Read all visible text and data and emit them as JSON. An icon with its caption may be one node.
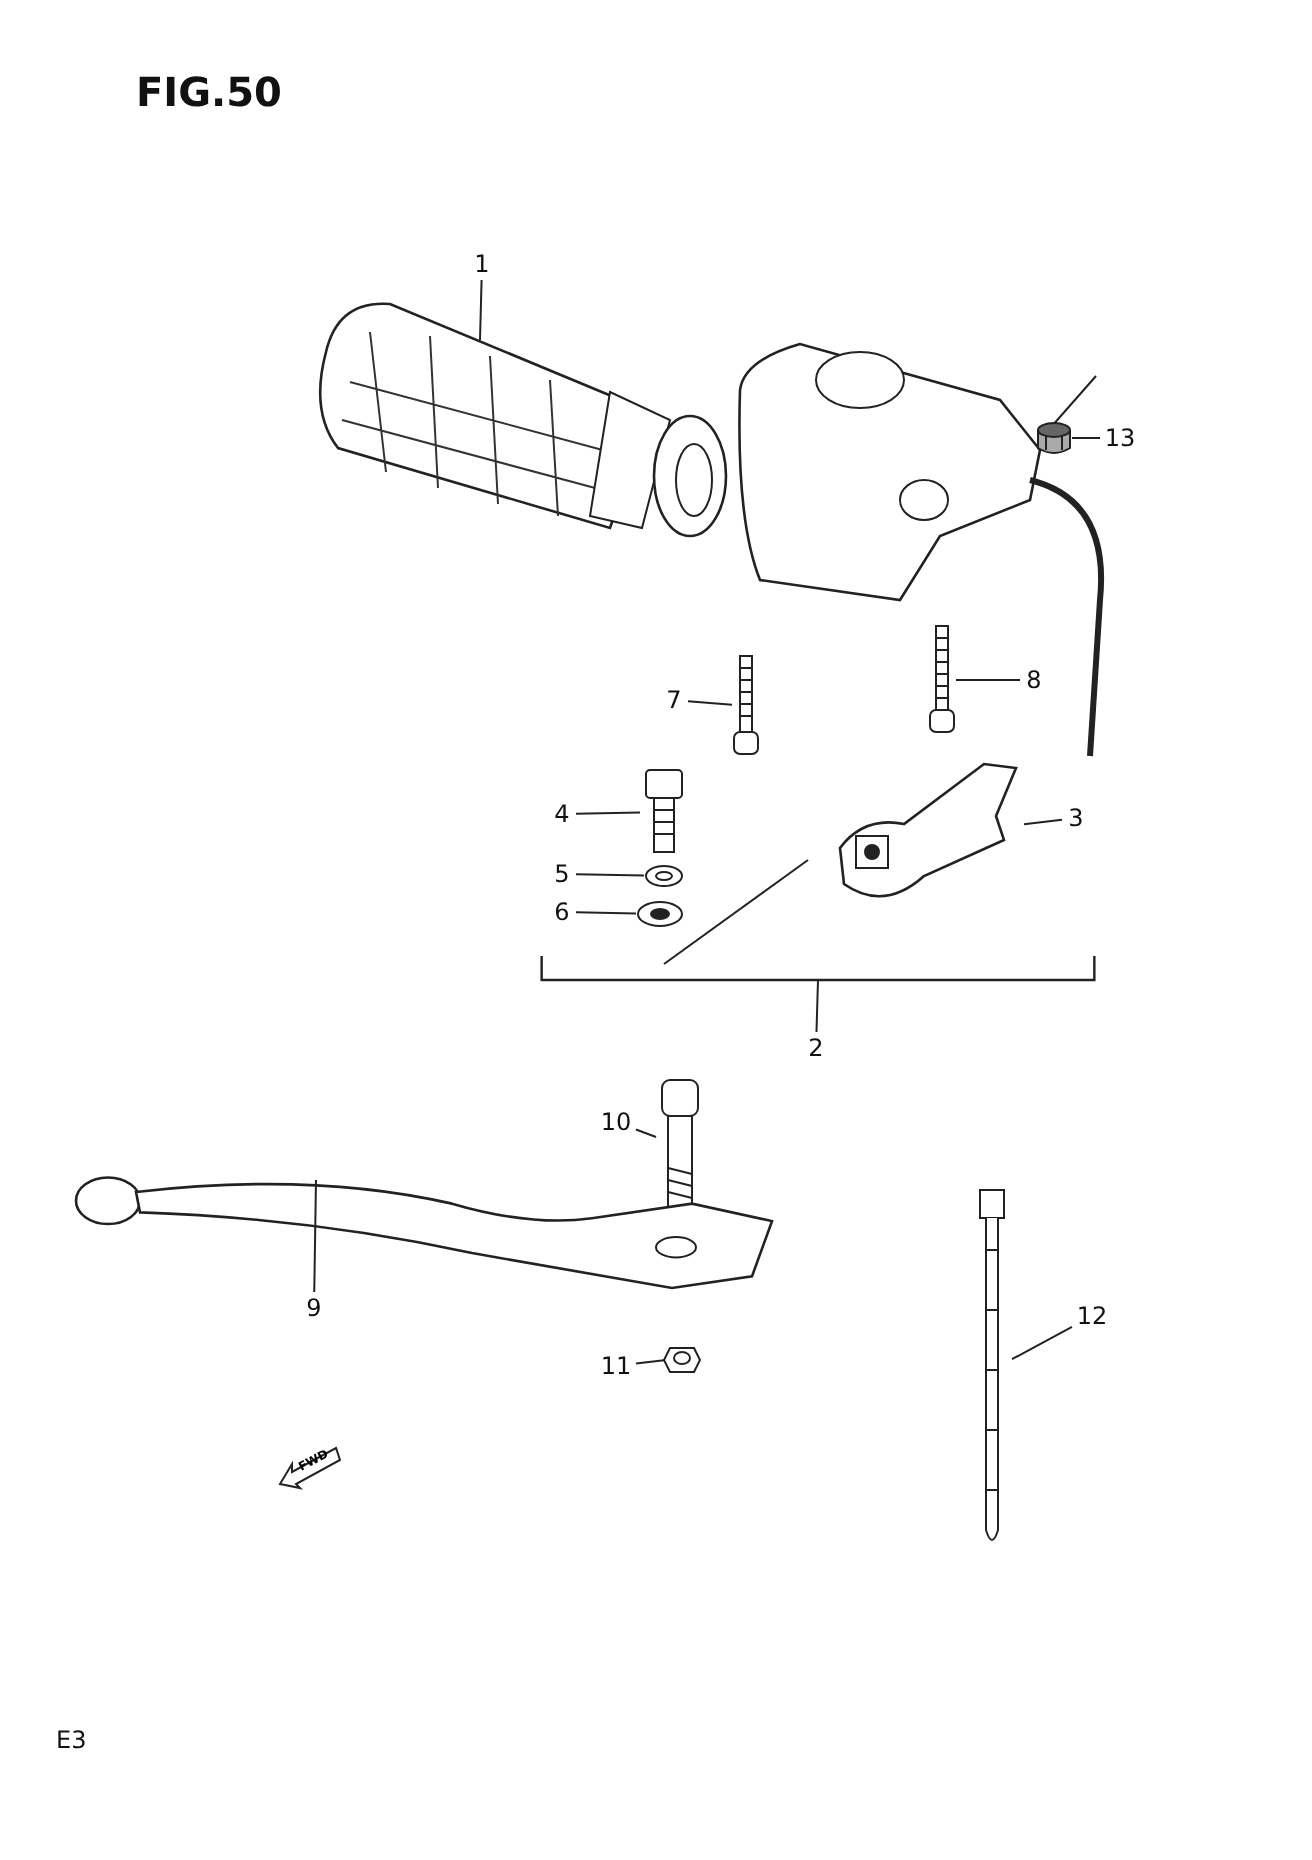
{
  "diagram": {
    "title": "FIG.50",
    "nodes": [
      {
        "text": [
          "1"
        ]
      },
      {
        "text": [],
        "shape": "picture"
      },
      {
        "text": [
          "13"
        ]
      },
      {
        "text": [],
        "shape": "picture"
      },
      {
        "text": [
          "7"
        ]
      },
      {
        "text": [],
        "shape": "picture"
      },
      {
        "text": [
          "8"
        ]
      },
      {
        "text": [],
        "shape": "picture"
      },
      {
        "text": [
          "4"
        ]
      },
      {
        "text": [],
        "shape": "picture"
      },
      {
        "text": [
          "3"
        ]
      },
      {
        "text": [],
        "shape": "picture"
      },
      {
        "text": [
          "5"
        ]
      },
      {
        "text": [],
        "shape": "picture"
      },
      {
        "text": [
          "6"
        ]
      },
      {
        "text": [],
        "shape": "picture"
      },
      {
        "text": [
          "2"
        ]
      },
      {
        "text": [
          "10"
        ]
      },
      {
        "text": [],
        "shape": "picture"
      },
      {
        "text": [
          "9"
        ]
      },
      {
        "text": [],
        "shape": "picture"
      },
      {
        "text": [
          "12"
        ]
      },
      {
        "text": [],
        "shape": "picture"
      },
      {
        "text": [
          "11"
        ]
      },
      {
        "text": [],
        "shape": "picture"
      },
      {
        "text": [],
        "shape": "bar"
      }
    ],
    "edges": [
      {
        "from": 0,
        "to": 1,
        "arrow": "none"
      },
      {
        "from": 2,
        "to": 3,
        "arrow": "none"
      },
      {
        "from": 4,
        "to": 5,
        "arrow": "none"
      },
      {
        "from": 6,
        "to": 7,
        "arrow": "none"
      },
      {
        "from": 8,
        "to": 9,
        "arrow": "none"
      },
      {
        "from": 10,
        "to": 11,
        "arrow": "none"
      },
      {
        "from": 12,
        "to": 13,
        "arrow": "none"
      },
      {
        "from": 14,
        "to": 15,
        "arrow": "none"
      },
      {
        "from": 16,
        "to": 25,
        "arrow": "none"
      },
      {
        "from": 17,
        "to": 18,
        "arrow": "none"
      },
      {
        "from": 19,
        "to": 20,
        "arrow": "none"
      },
      {
        "from": 21,
        "to": 22,
        "arrow": "none"
      },
      {
        "from": 23,
        "to": 24,
        "arrow": "none"
      }
    ],
    "labels": [
      "FWD",
      "E3"
    ]
  }
}
